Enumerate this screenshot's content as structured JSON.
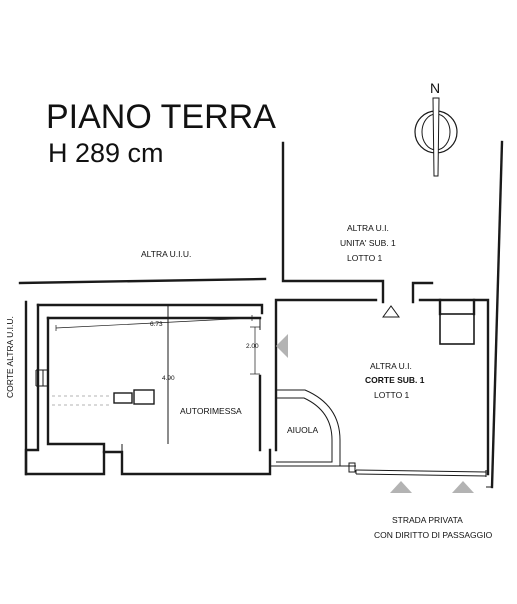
{
  "header": {
    "title": "PIANO TERRA",
    "height_label": "H 289 cm"
  },
  "compass": {
    "north_label": "N"
  },
  "labels": {
    "altra_uiu_top": "ALTRA U.I.U.",
    "altra_ui_top_line1": "ALTRA U.I.",
    "altra_ui_top_line2": "UNITA' SUB. 1",
    "altra_ui_top_line3": "LOTTO 1",
    "corte_altra_uiu": "CORTE ALTRA U.I.U.",
    "autorimessa": "AUTORIMESSA",
    "aiuola": "AIUOLA",
    "altra_ui_right_line1": "ALTRA U.I.",
    "corte_sub_1": "CORTE SUB. 1",
    "lotto_1_right": "LOTTO 1",
    "strada_line1": "STRADA PRIVATA",
    "strada_line2": "CON DIRITTO DI PASSAGGIO"
  },
  "dimensions": {
    "width": "6.73",
    "depth": "4.90",
    "opening": "2.00"
  },
  "colors": {
    "wall": "#1a1a1a",
    "entry_marker": "#b3b3b3",
    "background": "#ffffff"
  }
}
